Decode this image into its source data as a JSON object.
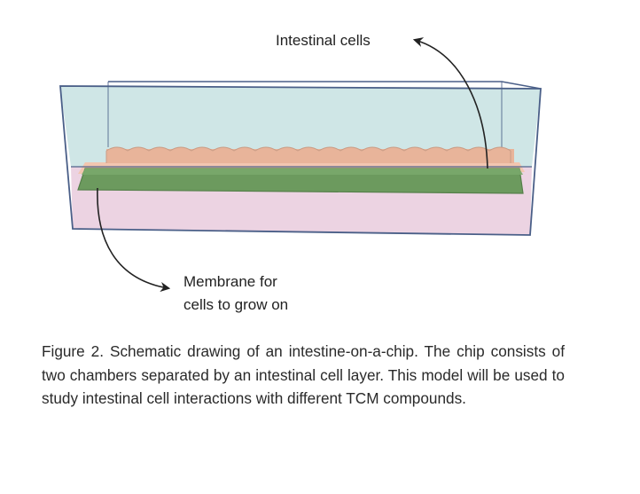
{
  "labels": {
    "intestinal_cells": "Intestinal cells",
    "membrane_line1": "Membrane for",
    "membrane_line2": "cells to grow on"
  },
  "caption": "Figure 2. Schematic drawing of an intestine-on-a-chip. The chip consists of two chambers separated by an intestinal cell layer. This model will be used to study intestinal cell interactions with different TCM compounds.",
  "colors": {
    "upper_chamber": "#cfe6e6",
    "lower_chamber": "#ecd3e2",
    "cell_layer": "#e8b49a",
    "membrane": "#6c9a5e",
    "outline": "#4a5f88",
    "arrow": "#222222"
  }
}
